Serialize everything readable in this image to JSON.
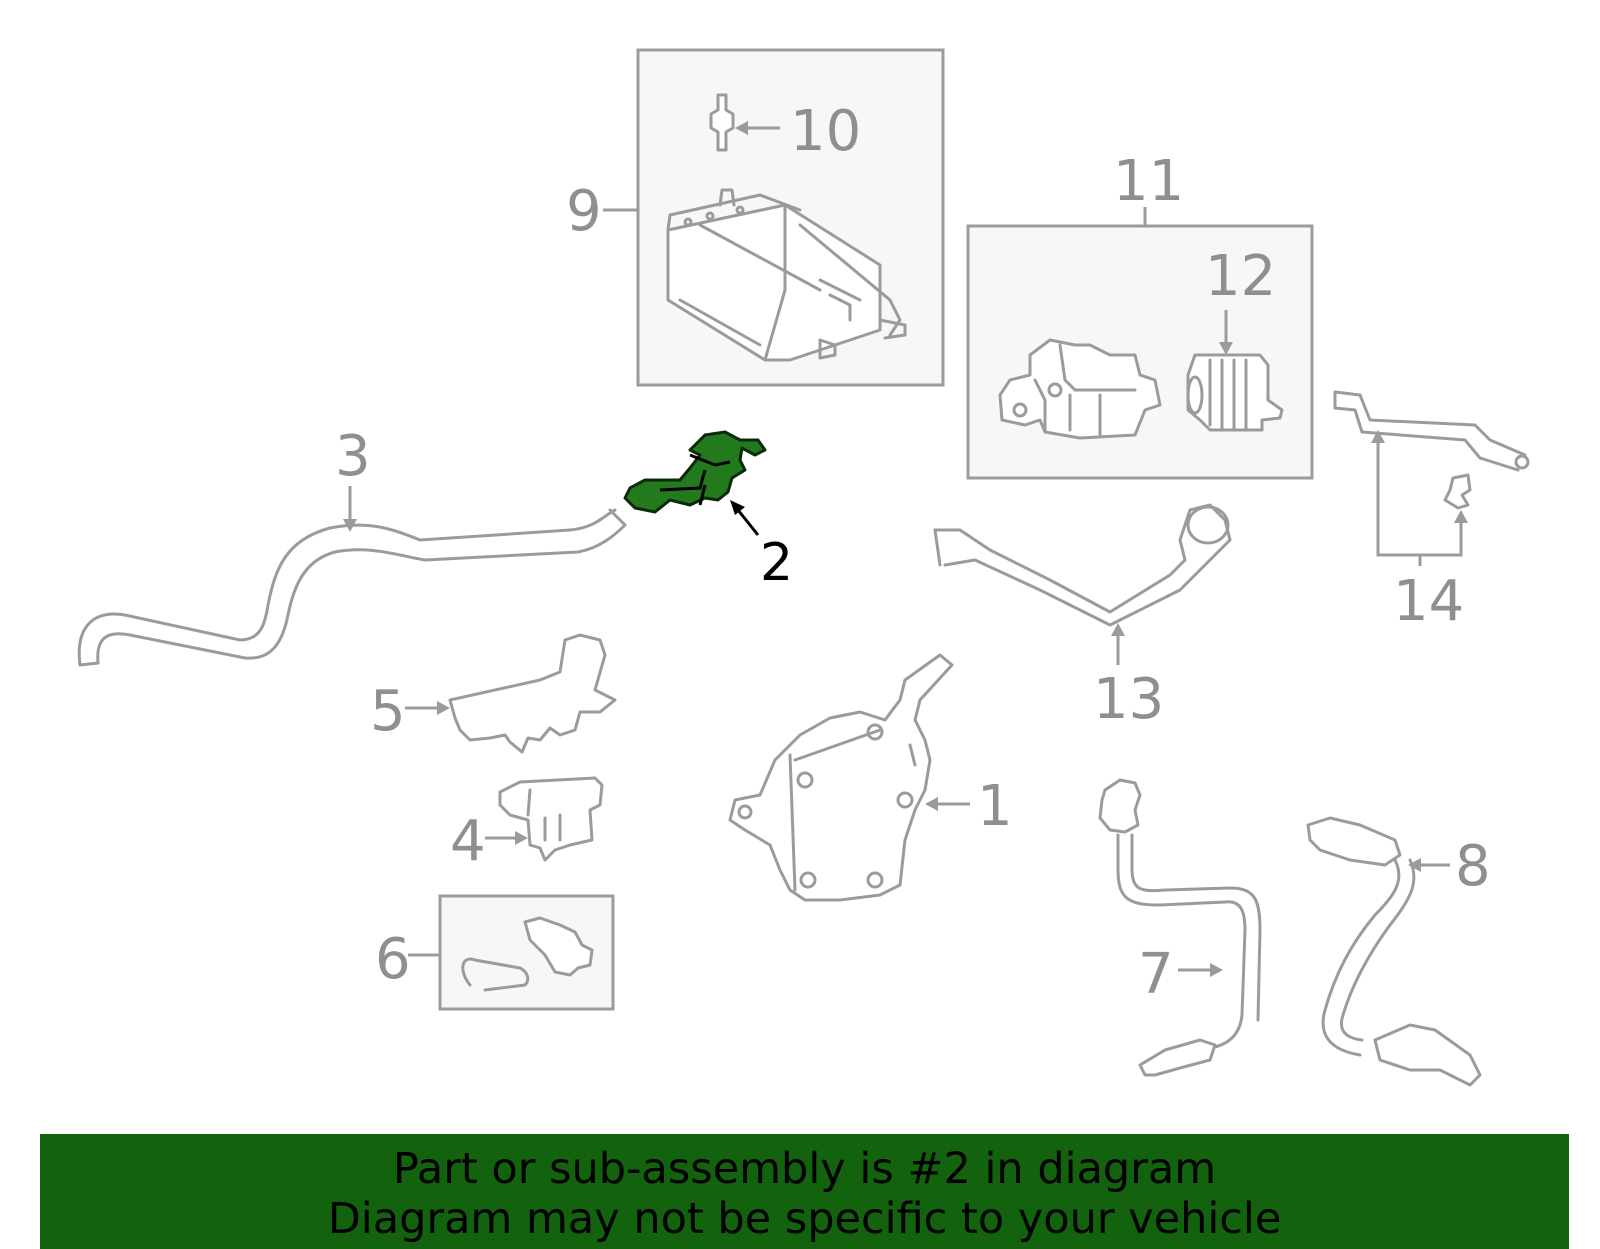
{
  "diagram": {
    "highlight_color": "#237a1d",
    "highlighted_part": "2",
    "callouts": [
      "1",
      "2",
      "3",
      "4",
      "5",
      "6",
      "7",
      "8",
      "9",
      "10",
      "11",
      "12",
      "13",
      "14"
    ]
  },
  "banner": {
    "line1": "Part or sub-assembly is #2 in diagram",
    "line2": "Diagram may not be specific to your vehicle",
    "background": "#13620d"
  }
}
